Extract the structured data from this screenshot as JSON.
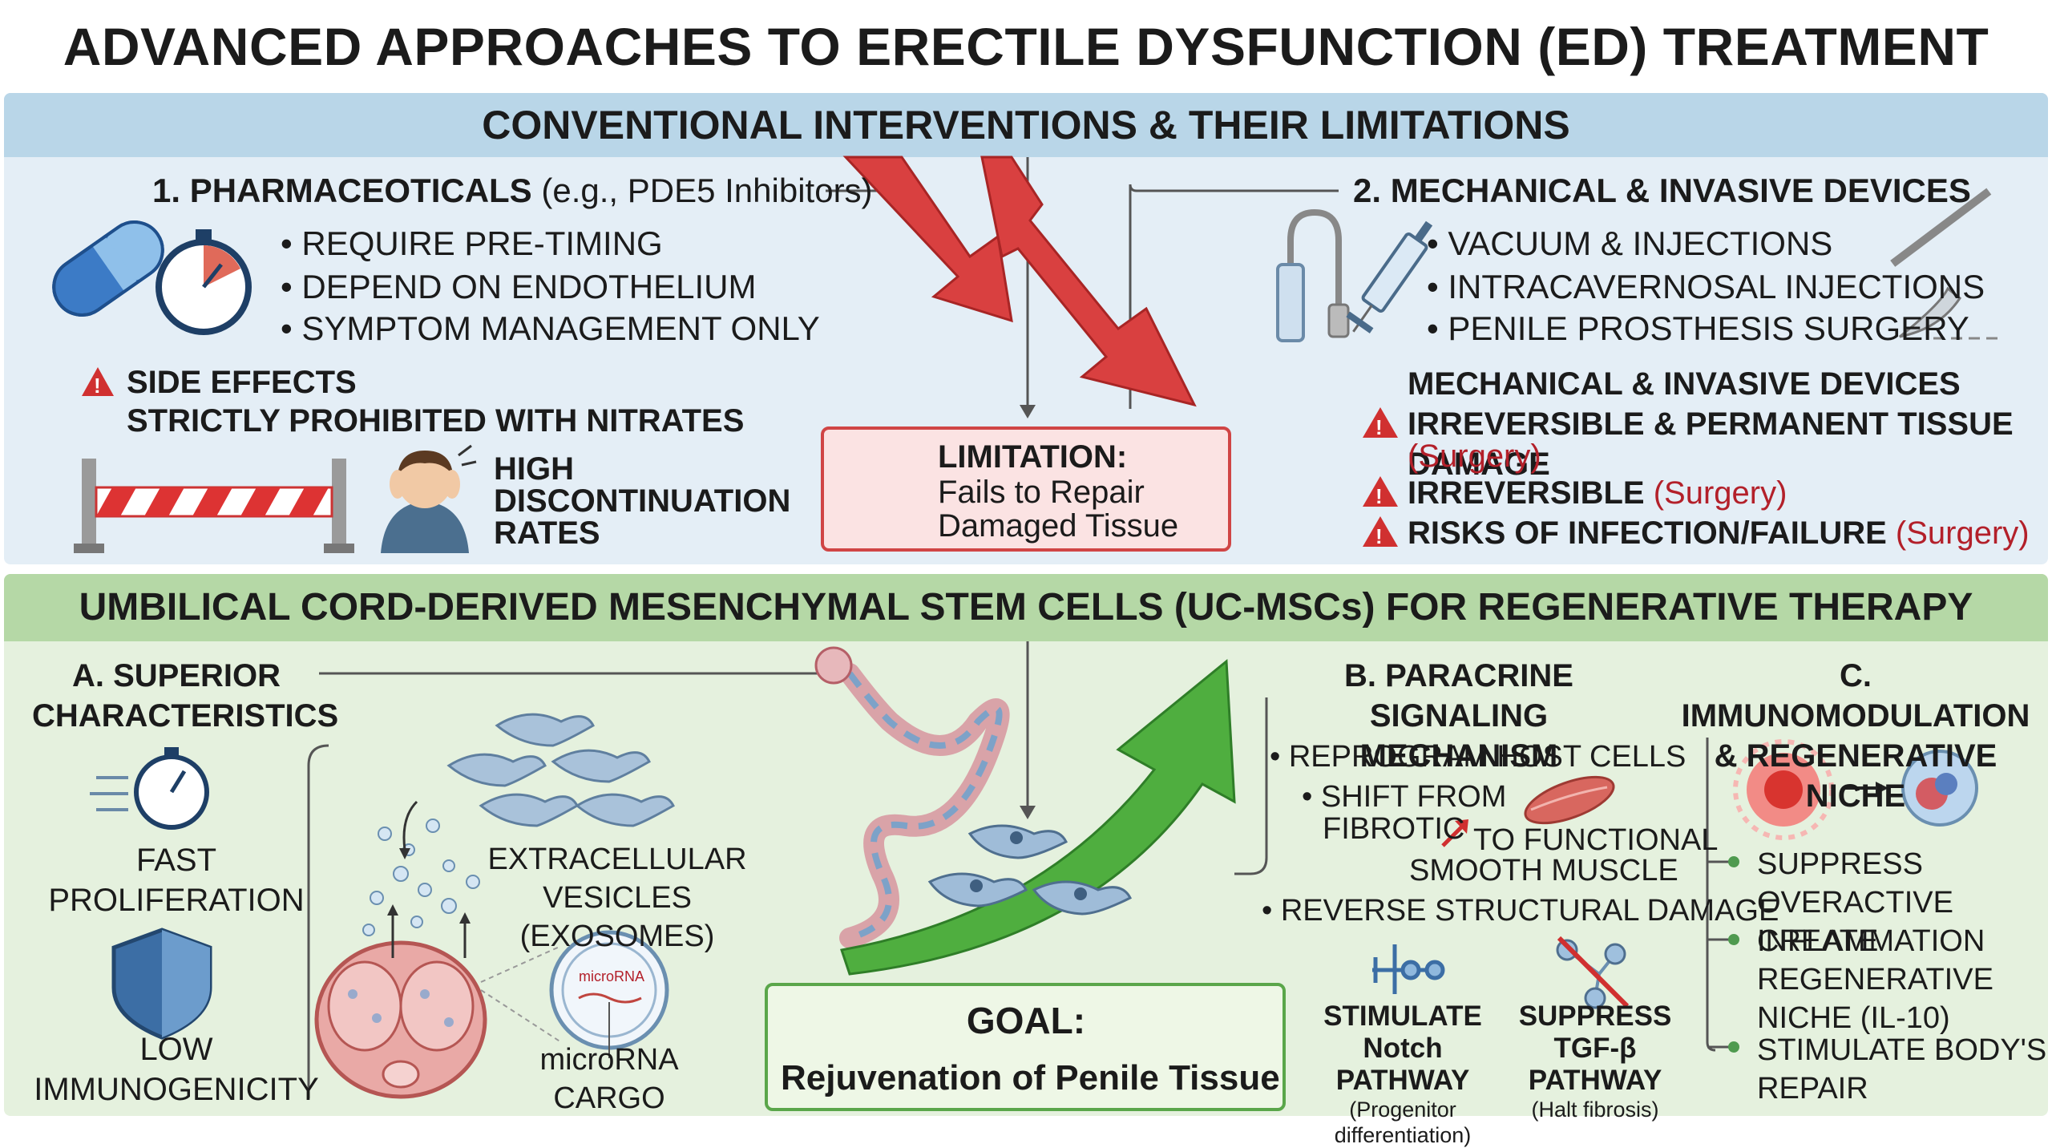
{
  "title": "ADVANCED APPROACHES TO ERECTILE DYSFUNCTION (ED) TREATMENT",
  "conventional": {
    "header": "CONVENTIONAL INTERVENTIONS & THEIR LIMITATIONS",
    "pharma": {
      "heading": "1. PHARMACEOTICALS",
      "heading_sub": "(e.g., PDE5 Inhibitors)",
      "bullets": [
        "• REQUIRE PRE-TIMING",
        "• DEPEND ON ENDOTHELIUM",
        "• SYMPTOM MANAGEMENT ONLY"
      ],
      "side_effects": "SIDE EFFECTS",
      "nitrates": "STRICTLY PROHIBITED WITH NITRATES",
      "discontinuation": [
        "HIGH",
        "DISCONTINUATION",
        "RATES"
      ]
    },
    "limitation": {
      "label": "LIMITATION:",
      "line1": "Fails to Repair",
      "line2": "Damaged Tissue"
    },
    "mechanical": {
      "heading": "2. MECHANICAL & INVASIVE DEVICES",
      "bullets": [
        "• VACUUM & INJECTIONS",
        "• INTRACAVERNOSAL INJECTIONS",
        "• PENILE PROSTHESIS SURGERY"
      ],
      "subheading": "MECHANICAL & INVASIVE DEVICES",
      "warnings": [
        {
          "text": "IRREVERSIBLE & PERMANENT TISSUE DAMAGE",
          "note": "(Surgery)"
        },
        {
          "text": "IRREVERSIBLE",
          "note": "(Surgery)"
        },
        {
          "text": "RISKS OF INFECTION/FAILURE",
          "note": "(Surgery)"
        }
      ]
    }
  },
  "regenerative": {
    "header": "UMBILICAL CORD-DERIVED MESENCHYMAL STEM CELLS (UC-MSCs) FOR REGENERATIVE THERAPY",
    "superior": {
      "heading": [
        "A. SUPERIOR",
        "CHARACTERISTICS"
      ],
      "fast": [
        "FAST",
        "PROLIFERATION"
      ],
      "low": [
        "LOW",
        "IMMUNOGENICITY"
      ]
    },
    "vesicles": {
      "label": [
        "EXTRACELLULAR",
        "VESICLES",
        "(EXOSOMES)"
      ],
      "mirna_tag": "microRNA",
      "cargo": [
        "microRNA",
        "CARGO"
      ]
    },
    "goal": {
      "label": "GOAL:",
      "text": "Rejuvenation of Penile Tissue"
    },
    "paracrine": {
      "heading": [
        "B. PARACRINE SIGNALING",
        "MECHANISM"
      ],
      "reprogram": "• REPROGRAM HOST CELLS",
      "shift1": "• SHIFT FROM",
      "shift2": "FIBROTIC",
      "shift3": "TO FUNCTIONAL",
      "shift4": "SMOOTH MUSCLE",
      "reverse": "• REVERSE STRUCTURAL DAMAGE",
      "notch": {
        "line1": "STIMULATE",
        "line2": "Notch PATHWAY",
        "note1": "(Progenitor",
        "note2": "differentiation)"
      },
      "tgf": {
        "line1": "SUPPRESS",
        "line2": "TGF-β",
        "line3": "PATHWAY",
        "note": "(Halt fibrosis)"
      }
    },
    "immuno": {
      "heading": [
        "C. IMMUNOMODULATION",
        "& REGENERATIVE NICHE"
      ],
      "items": [
        [
          "SUPPRESS OVERACTIVE",
          "INFLAMMATION"
        ],
        [
          "CREATE",
          "REGENERATIVE",
          "NICHE (IL-10)"
        ],
        [
          "STIMULATE BODY'S",
          "REPAIR"
        ]
      ]
    }
  },
  "colors": {
    "top_band": "#b9d6e8",
    "bottom_band": "#b5d8a6",
    "warning_red": "#d03030",
    "arrow_green": "#4fae3f"
  }
}
